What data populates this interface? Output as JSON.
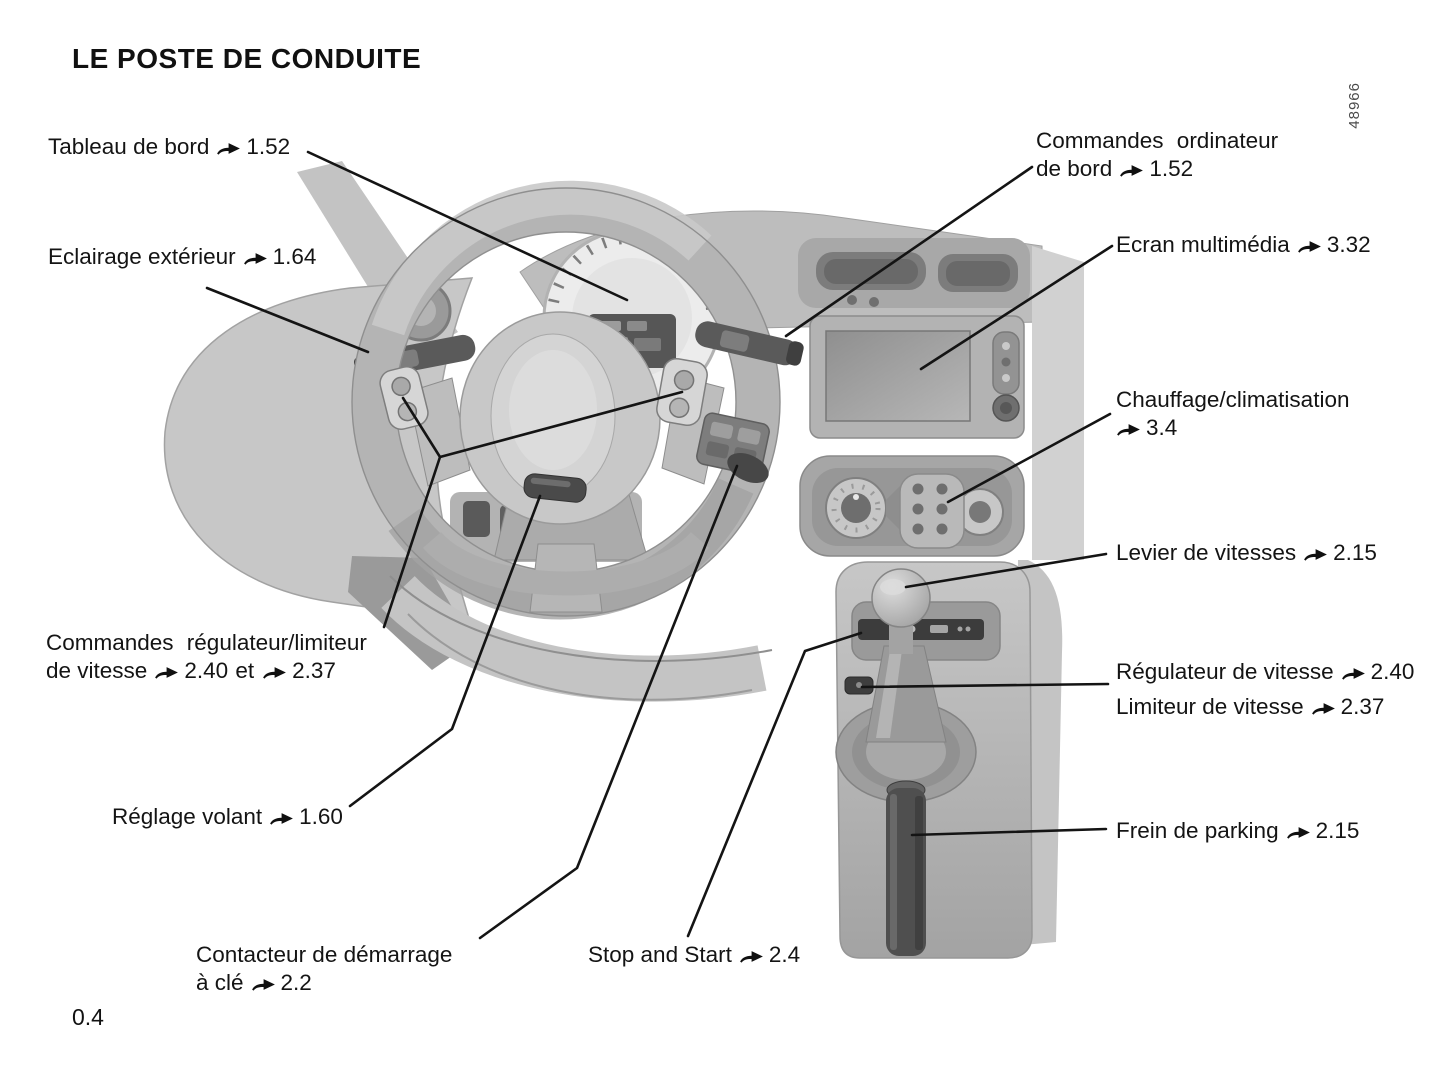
{
  "page": {
    "title": "LE POSTE DE CONDUITE",
    "page_number": "0.4",
    "figure_number": "48966"
  },
  "icons": {
    "goto_arrow": "curved right arrow (see-page reference)"
  },
  "colors": {
    "text": "#141414",
    "leader_line": "#141414",
    "figure_light_gray": "#c8c8c8",
    "figure_mid_gray": "#a6a6a6",
    "figure_dark_gray": "#4f4f4f"
  },
  "callouts": {
    "tableau_de_bord": {
      "text": "Tableau de bord",
      "ref": "1.52"
    },
    "eclairage_exterieur": {
      "text": "Eclairage extérieur",
      "ref": "1.64"
    },
    "commandes_regulateur": {
      "line1": "Commandes régulateur/limiteur",
      "line2_pre": "de vitesse",
      "ref1": "2.40",
      "mid": "et",
      "ref2": "2.37"
    },
    "reglage_volant": {
      "text": "Réglage volant",
      "ref": "1.60"
    },
    "contacteur_demarrage": {
      "line1": "Contacteur de démarrage",
      "line2_pre": "à clé",
      "ref": "2.2"
    },
    "stop_and_start": {
      "text": "Stop and Start",
      "ref": "2.4"
    },
    "commandes_ordinateur": {
      "line1": "Commandes ordinateur",
      "line2_pre": "de bord",
      "ref": "1.52"
    },
    "ecran_multimedia": {
      "text": "Ecran multimédia",
      "ref": "3.32"
    },
    "chauffage_climatisation": {
      "line1": "Chauffage/climatisation",
      "ref": "3.4"
    },
    "levier_vitesses": {
      "text": "Levier de vitesses",
      "ref": "2.15"
    },
    "regulateur_vitesse": {
      "text": "Régulateur de vitesse",
      "ref": "2.40"
    },
    "limiteur_vitesse": {
      "text": "Limiteur de vitesse",
      "ref": "2.37"
    },
    "frein_parking": {
      "text": "Frein de parking",
      "ref": "2.15"
    }
  }
}
